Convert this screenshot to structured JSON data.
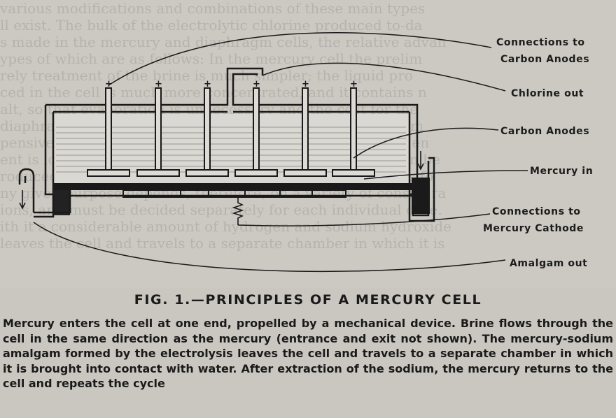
{
  "figure": {
    "title": "FIG. 1.—PRINCIPLES OF A MERCURY CELL",
    "caption": "Mercury enters the cell at one end, propelled by a mechanical device. Brine flows through the cell in the same direction as the mercury (entrance and exit not shown). The mercury-sodium amalgam formed by the electrolysis leaves the cell and travels to a separate chamber in which it is brought into contact with water. After extraction of the sodium, the mercury returns to the cell and repeats the cycle"
  },
  "labels": {
    "connections_anodes_1": "Connections to",
    "connections_anodes_2": "Carbon Anodes",
    "chlorine_out": "Chlorine out",
    "carbon_anodes": "Carbon Anodes",
    "mercury_in": "Mercury in",
    "connections_cathode_1": "Connections to",
    "connections_cathode_2": "Mercury Cathode",
    "amalgam_out": "Amalgam out"
  },
  "symbols": {
    "plus": "+"
  },
  "background_text": [
    "various modifications and combinations of these main types",
    "ll exist. The bulk of the electrolytic chlorine produced to-da",
    "s made in the mercury and diaphragm cells, the relative advan",
    "ypes of which are as follows: In the mercury cell the prelim",
    "rely treatment of the brine is much simpler; the liquid pro",
    "ced in the cell is much more concentrated, and it contains n",
    "alt, so that evaporation is unnecessary and the cost for the",
    "diaphragm cell the brine purification is less exacting and m",
    "pensive mercury is required. The consumption of electric en",
    "ent is lower per unit of product, and salt of high purity can be",
    "roduced as a by-product if required. The choice of process fo",
    "ny given purpose depends, therefore, on a variety of considera",
    "ions, and must be decided separately for each individual case.",
    "ith it a considerable amount of hydrogen and sodium hydroxide",
    "leaves the cell and travels to a separate chamber in which it is"
  ]
}
